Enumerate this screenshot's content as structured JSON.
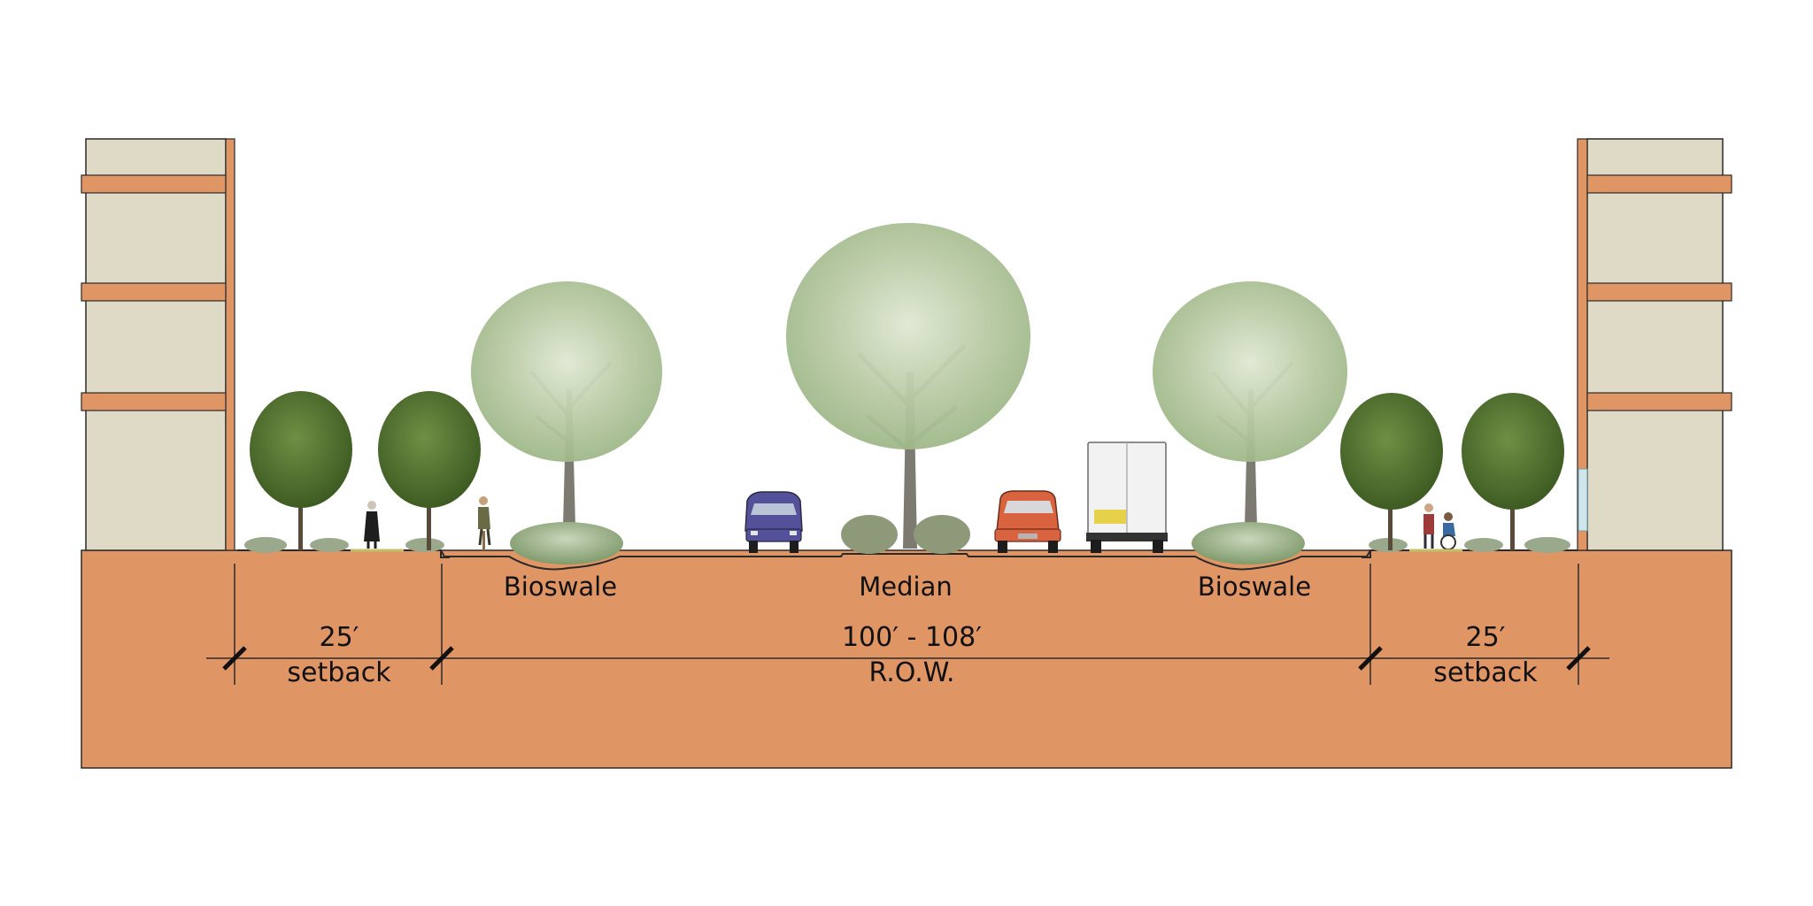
{
  "labels": {
    "bioswale_left": "Bioswale",
    "median": "Median",
    "bioswale_right": "Bioswale",
    "setback_left_value": "25′",
    "setback_left_text": "setback",
    "row_value": "100′ - 108′",
    "row_text": "R.O.W.",
    "setback_right_value": "25′",
    "setback_right_text": "setback"
  },
  "colors": {
    "ground": "#e09565",
    "building_panel": "#dfdac6",
    "building_trim": "#e09565",
    "outline": "#2a2a2a",
    "small_tree_canopy": "#4d6e2c",
    "large_tree_canopy": "#b9c9a6",
    "shrub": "#9bb089",
    "car_blue": "#54509a",
    "pickup_red": "#d9623f",
    "truck_box": "#f2f2f2"
  },
  "icons": [
    "building-icon",
    "tree-icon",
    "pedestrian-icon",
    "cyclist-icon",
    "car-icon",
    "pickup-truck-icon",
    "box-truck-icon",
    "wheelchair-user-icon",
    "shrub-icon"
  ]
}
